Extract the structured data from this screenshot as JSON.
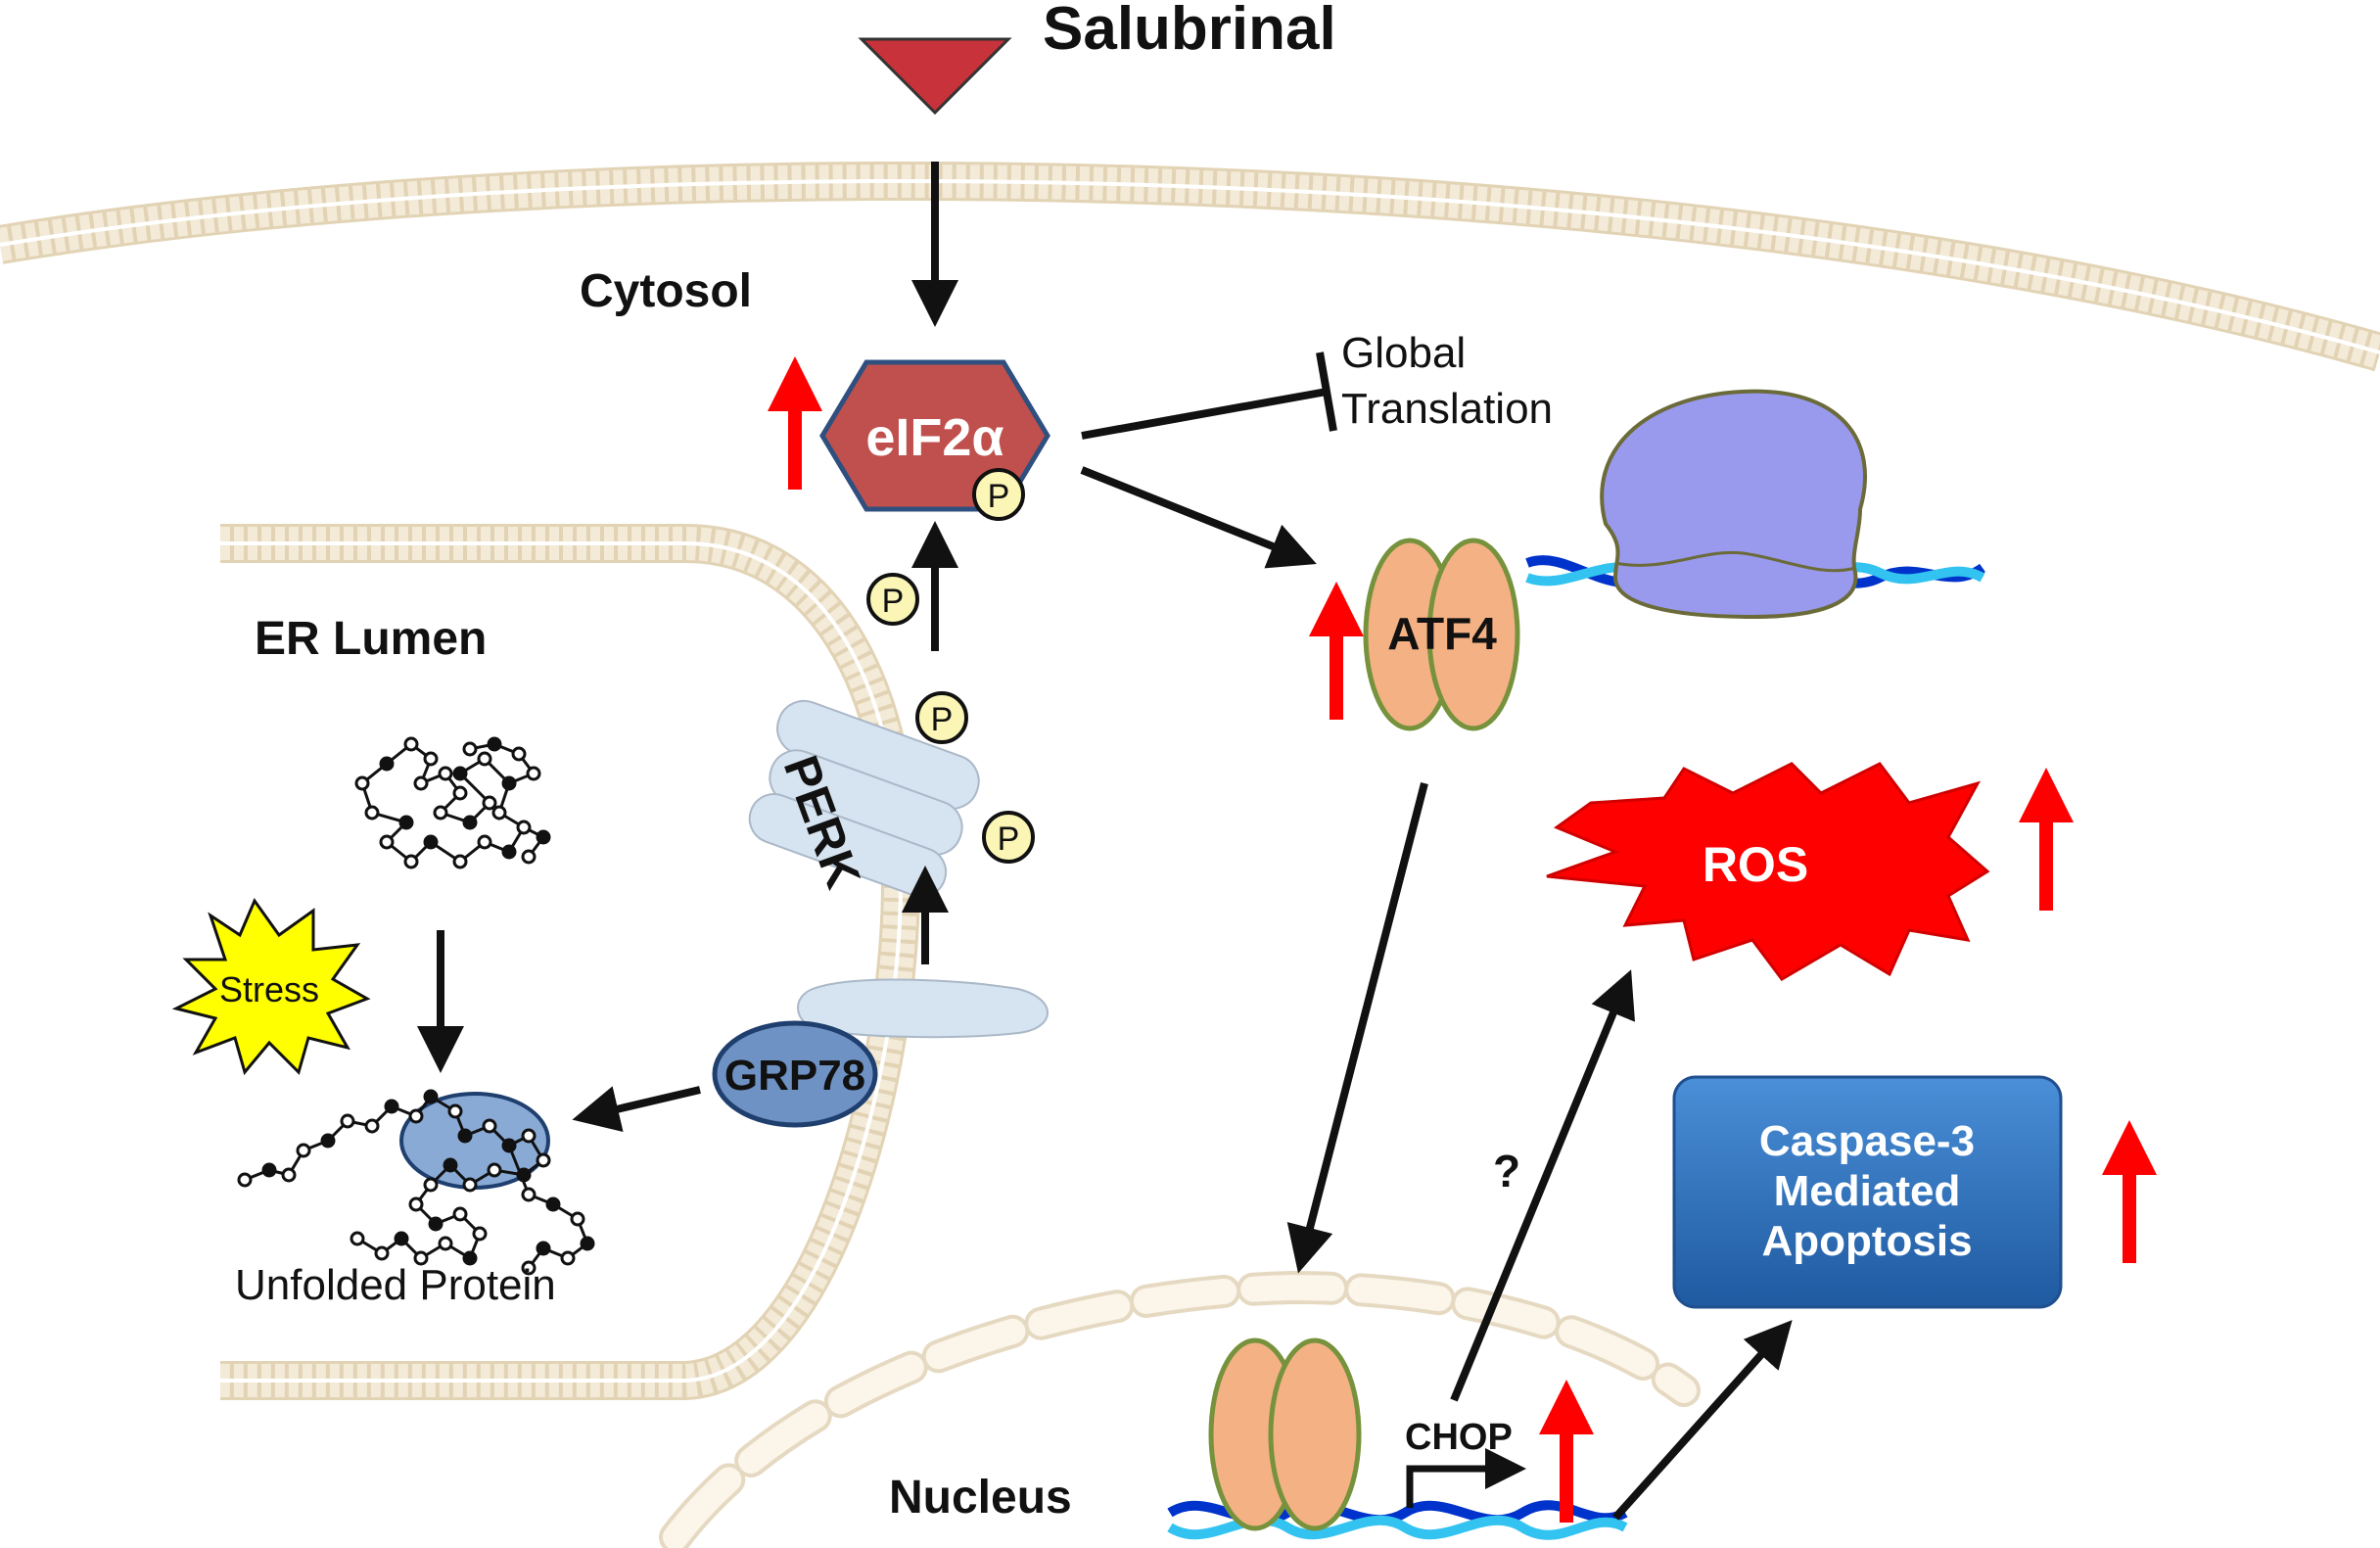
{
  "labels": {
    "salubrinal": "Salubrinal",
    "cytosol": "Cytosol",
    "er_lumen": "ER Lumen",
    "nucleus": "Nucleus",
    "eif2a": "eIF2α",
    "global_translation_line1": "Global",
    "global_translation_line2": "Translation",
    "atf4": "ATF4",
    "perk": "PERK",
    "grp78": "GRP78",
    "stress": "Stress",
    "unfolded_protein": "Unfolded Protein",
    "ros": "ROS",
    "chop": "CHOP",
    "unknown_link": "?",
    "caspase_line1": "Caspase-3",
    "caspase_line2": "Mediated",
    "caspase_line3": "Apoptosis",
    "phospho": "P"
  },
  "colors": {
    "membrane": "#f3ead8",
    "membrane_stroke": "#e2d3b5",
    "salubrinal_triangle": "#c8323a",
    "eif2a_fill": "#c0504d",
    "eif2a_stroke": "#2f4f7f",
    "atf4_fill": "#f4b183",
    "atf4_stroke": "#76923c",
    "ribosome": "#9999ee",
    "perk_fill": "#d6e3f0",
    "grp78_fill": "#6f92c4",
    "stress_fill": "#ffff00",
    "ros_fill": "#ff0000",
    "caspase_box": "#2e6db5",
    "up_arrow": "#ff0000",
    "dna_dark": "#0033cc",
    "dna_light": "#33c3f0"
  }
}
